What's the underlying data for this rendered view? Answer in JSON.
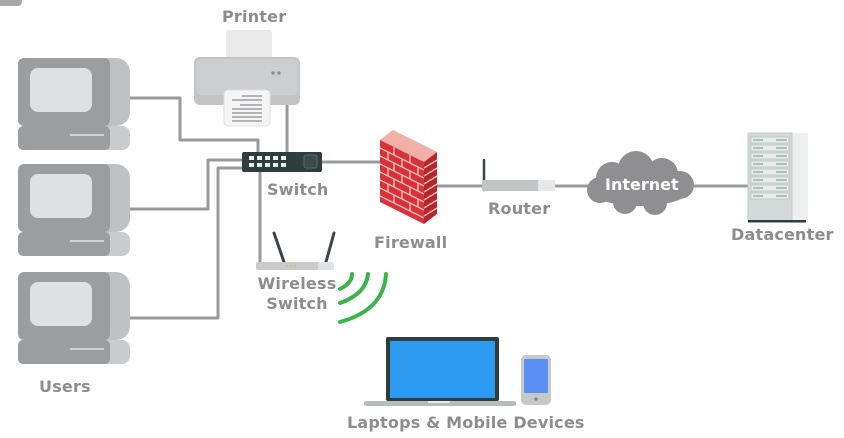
{
  "diagram": {
    "title": "Network Diagram",
    "nodes": {
      "users": {
        "label": "Users",
        "icon": "desktop-computer-icon",
        "count": 3
      },
      "printer": {
        "label": "Printer",
        "icon": "printer-icon"
      },
      "switch": {
        "label": "Switch",
        "icon": "network-switch-icon",
        "ports": 10
      },
      "wireless_switch": {
        "label_line1": "Wireless",
        "label_line2": "Switch",
        "icon": "wireless-access-point-icon"
      },
      "firewall": {
        "label": "Firewall",
        "icon": "brick-wall-icon"
      },
      "router": {
        "label": "Router",
        "icon": "router-icon"
      },
      "internet": {
        "label": "Internet",
        "icon": "cloud-icon"
      },
      "datacenter": {
        "label": "Datacenter",
        "icon": "server-rack-icon"
      },
      "devices": {
        "label": "Laptops & Mobile Devices",
        "icons": [
          "laptop-icon",
          "smartphone-icon"
        ]
      }
    },
    "connections": [
      [
        "users.0",
        "switch"
      ],
      [
        "users.1",
        "switch"
      ],
      [
        "users.2",
        "switch"
      ],
      [
        "printer",
        "switch"
      ],
      [
        "switch",
        "wireless_switch"
      ],
      [
        "switch",
        "firewall"
      ],
      [
        "firewall",
        "router"
      ],
      [
        "router",
        "internet"
      ],
      [
        "internet",
        "datacenter"
      ],
      [
        "wireless_switch",
        "devices (wireless)"
      ]
    ],
    "colors": {
      "label": "#8d8d8f",
      "line": "#9a9a9c",
      "firewall": "#d9303a",
      "wifi": "#3ab54a",
      "laptop_screen": "#2b9af0",
      "phone_screen": "#5b8ef0",
      "switch_body": "#2f3d3d",
      "cloud": "#8f8f91"
    }
  }
}
